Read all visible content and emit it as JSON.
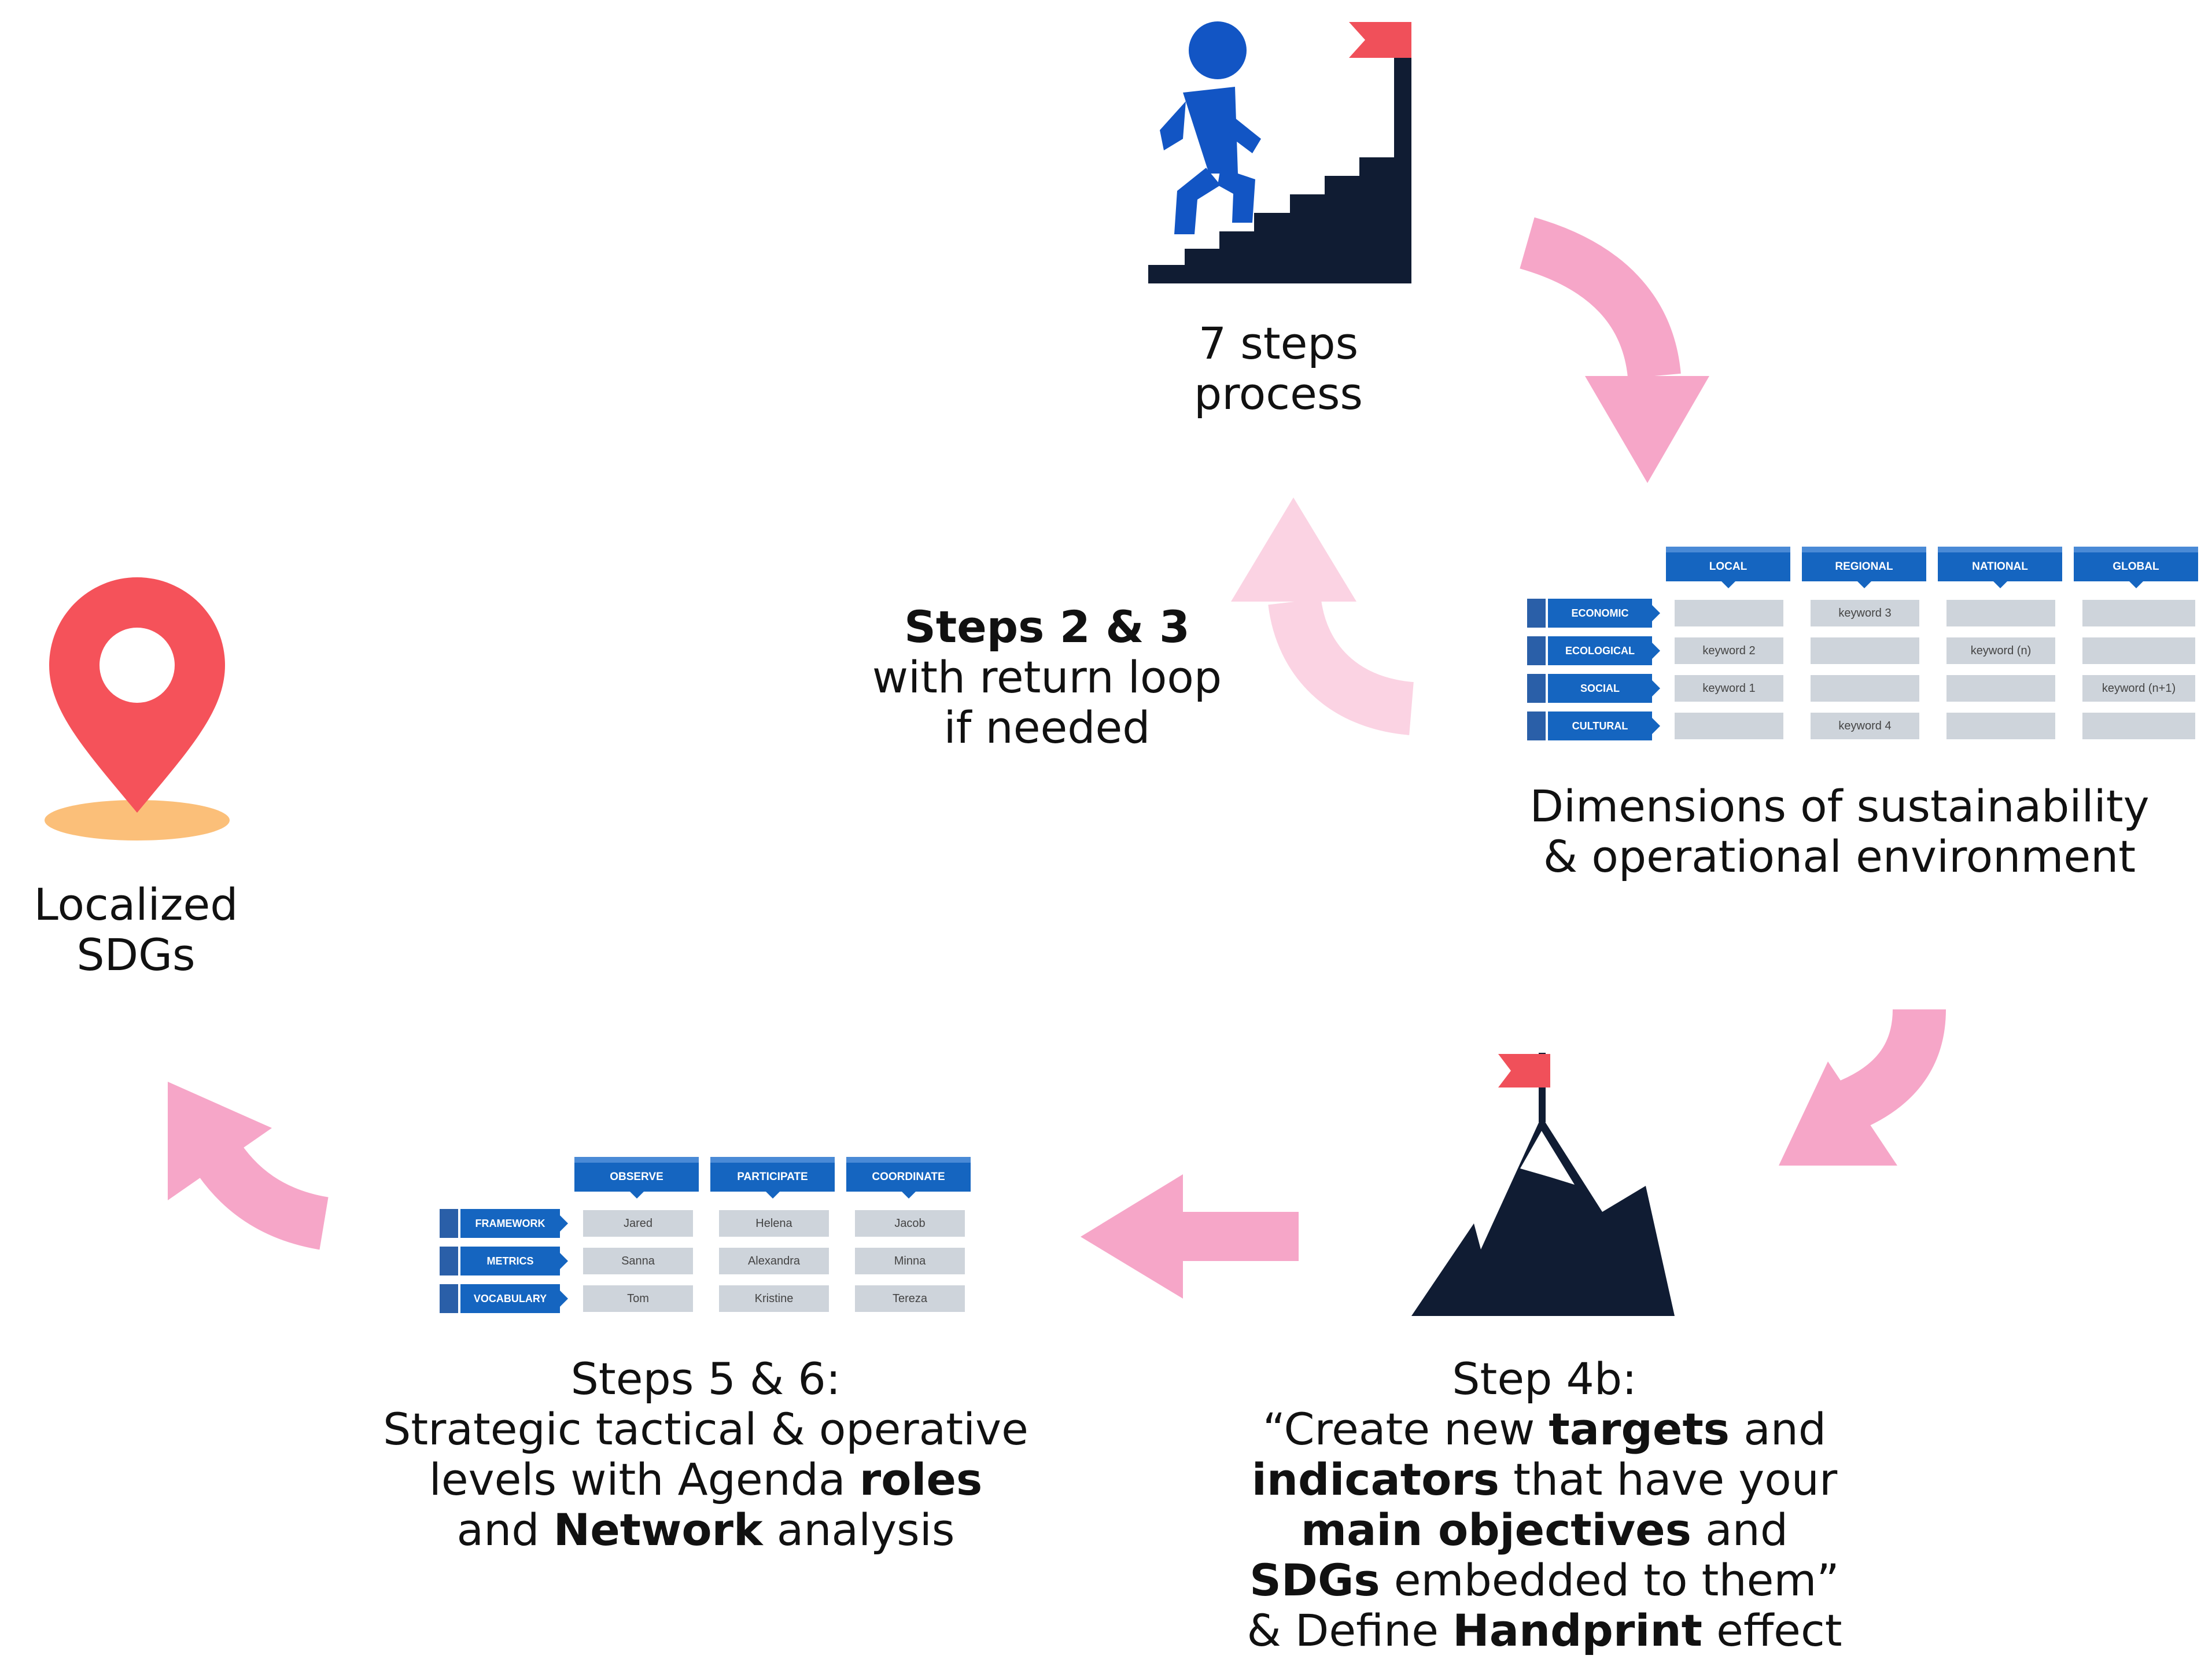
{
  "nodes": {
    "top": {
      "lines": [
        "7 steps",
        "process"
      ]
    },
    "steps23": {
      "bold": "Steps 2 & 3",
      "lines": [
        "with return loop",
        "if needed"
      ]
    },
    "dimensions": {
      "lines": [
        "Dimensions of sustainability",
        "& operational environment"
      ]
    },
    "localized": {
      "lines": [
        "Localized",
        "SDGs"
      ]
    },
    "steps56": {
      "l1": "Steps 5 & 6:",
      "l2": "Strategic tactical & operative",
      "l3a": "levels with Agenda ",
      "l3b": "roles",
      "l4a": "and ",
      "l4b": "Network",
      "l4c": " analysis"
    },
    "step4b": {
      "l1": "Step 4b:",
      "l2a": "“Create new ",
      "l2b": "targets",
      "l2c": " and",
      "l3a": "indicators",
      "l3b": " that have your",
      "l4a": "main objectives",
      "l4b": " and",
      "l5a": "SDGs",
      "l5b": " embedded to them”",
      "l6a": "& Define ",
      "l6b": "Handprint",
      "l6c": " effect"
    }
  },
  "table_dimensions": {
    "columns": [
      "LOCAL",
      "REGIONAL",
      "NATIONAL",
      "GLOBAL"
    ],
    "rows": [
      {
        "label": "ECONOMIC",
        "cells": [
          "",
          "keyword 3",
          "",
          ""
        ]
      },
      {
        "label": "ECOLOGICAL",
        "cells": [
          "keyword 2",
          "",
          "keyword (n)",
          ""
        ]
      },
      {
        "label": "SOCIAL",
        "cells": [
          "keyword 1",
          "",
          "",
          "keyword (n+1)"
        ]
      },
      {
        "label": "CULTURAL",
        "cells": [
          "",
          "keyword 4",
          "",
          ""
        ]
      }
    ]
  },
  "table_roles": {
    "columns": [
      "OBSERVE",
      "PARTICIPATE",
      "COORDINATE"
    ],
    "rows": [
      {
        "label": "FRAMEWORK",
        "cells": [
          "Jared",
          "Helena",
          "Jacob"
        ]
      },
      {
        "label": "METRICS",
        "cells": [
          "Sanna",
          "Alexandra",
          "Minna"
        ]
      },
      {
        "label": "VOCABULARY",
        "cells": [
          "Tom",
          "Kristine",
          "Tereza"
        ]
      }
    ]
  },
  "colors": {
    "arrow_pink": "#f6a6c8",
    "arrow_light_pink": "#fbd3e3",
    "navy": "#101c33",
    "figure_blue": "#1255c4",
    "flag_red": "#f0505a",
    "pin_red": "#f5525a",
    "pin_shadow": "#fbbf79",
    "table_blue": "#1565c0",
    "cell_grey": "#ced4db"
  },
  "icons": [
    "stairs-climber-icon",
    "location-pin-icon",
    "mountain-flag-icon"
  ]
}
